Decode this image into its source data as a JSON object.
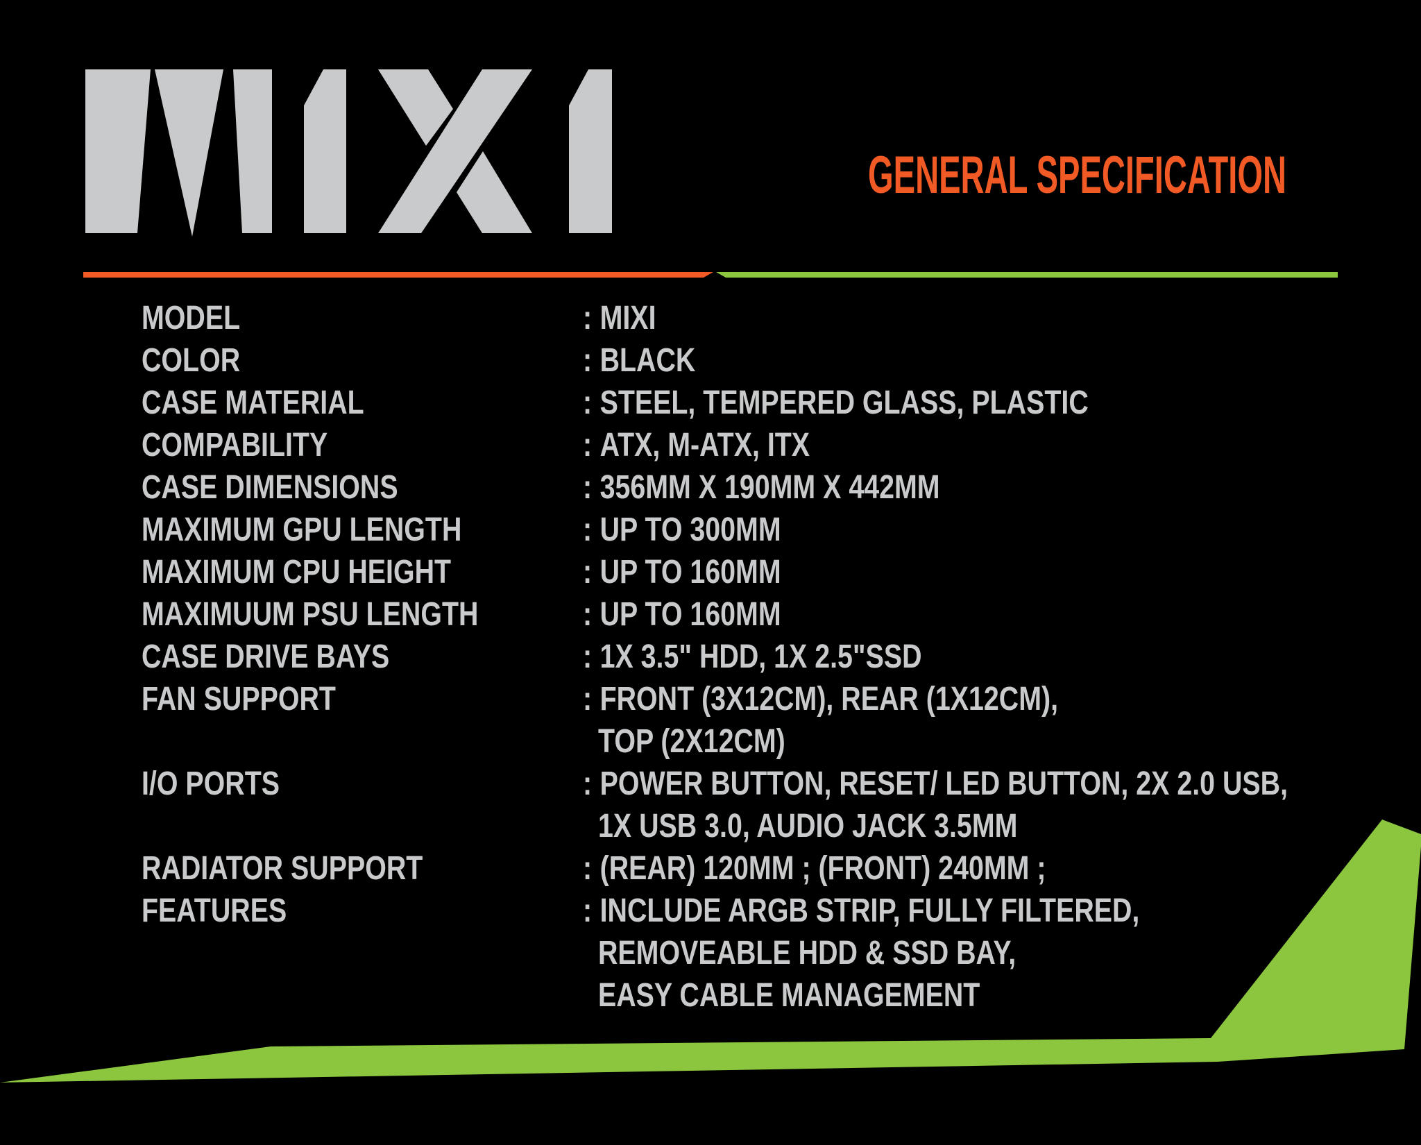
{
  "brand": {
    "logo_text": "MIXI"
  },
  "header": {
    "title": "GENERAL SPECIFICATION"
  },
  "specs": {
    "colon": ":",
    "rows": [
      {
        "label": "MODEL",
        "values": [
          "MIXI"
        ]
      },
      {
        "label": "COLOR",
        "values": [
          "BLACK"
        ]
      },
      {
        "label": "CASE MATERIAL",
        "values": [
          "STEEL, TEMPERED GLASS, PLASTIC"
        ]
      },
      {
        "label": "COMPABILITY",
        "values": [
          "ATX, M-ATX, ITX"
        ]
      },
      {
        "label": "CASE DIMENSIONS",
        "values": [
          "356MM X 190MM X 442MM"
        ]
      },
      {
        "label": "MAXIMUM GPU LENGTH",
        "values": [
          "UP TO 300MM"
        ]
      },
      {
        "label": "MAXIMUM CPU HEIGHT",
        "values": [
          "UP TO 160MM"
        ]
      },
      {
        "label": "MAXIMUUM PSU LENGTH",
        "values": [
          "UP TO 160MM"
        ]
      },
      {
        "label": "CASE DRIVE BAYS",
        "values": [
          "1X 3.5\" HDD, 1X 2.5\"SSD"
        ]
      },
      {
        "label": "FAN SUPPORT",
        "values": [
          "FRONT (3X12CM), REAR (1X12CM),",
          "TOP (2X12CM)"
        ]
      },
      {
        "label": "I/O PORTS",
        "values": [
          "POWER BUTTON, RESET/ LED BUTTON, 2X 2.0 USB,",
          "1X USB 3.0, AUDIO JACK 3.5MM"
        ]
      },
      {
        "label": "RADIATOR SUPPORT",
        "values": [
          "(REAR) 120MM ; (FRONT) 240MM ;"
        ]
      },
      {
        "label": "FEATURES",
        "values": [
          "INCLUDE ARGB STRIP, FULLY FILTERED,",
          "REMOVEABLE HDD & SSD BAY,",
          "EASY CABLE MANAGEMENT"
        ]
      }
    ]
  },
  "colors": {
    "background": "#000000",
    "text_gray": "#C9CACB",
    "accent_orange": "#F15A24",
    "accent_green": "#8CC63F"
  }
}
